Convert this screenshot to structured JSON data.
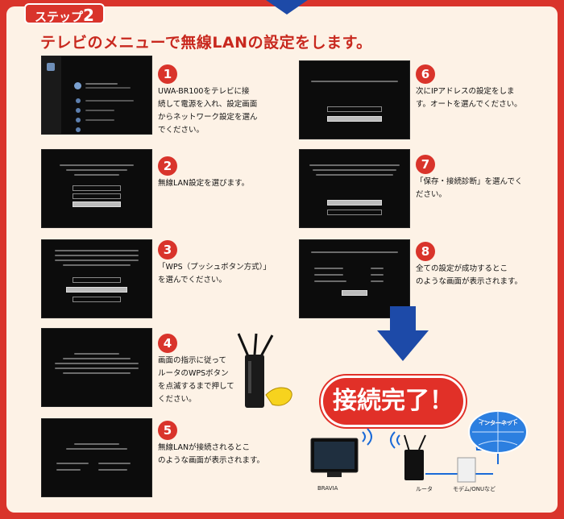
{
  "header": {
    "badge_label": "ステップ",
    "badge_number": "2",
    "title": "テレビのメニューで無線LANの設定をします。"
  },
  "steps": [
    {
      "number": "1",
      "text_lines": [
        "UWA-BR100をテレビに接",
        "続して電源を入れ、設定画面",
        "からネットワーク設定を選ん",
        "でください。"
      ]
    },
    {
      "number": "2",
      "text_lines": [
        "無線LAN設定を選びます。"
      ]
    },
    {
      "number": "3",
      "text_lines": [
        "「WPS（プッシュボタン方式）」",
        "を選んでください。"
      ]
    },
    {
      "number": "4",
      "text_lines": [
        "画面の指示に従って",
        "ルータのWPSボタン",
        "を点滅するまで押して",
        "ください。"
      ]
    },
    {
      "number": "5",
      "text_lines": [
        "無線LANが接続されるとこ",
        "のような画面が表示されます。"
      ]
    },
    {
      "number": "6",
      "text_lines": [
        "次にIPアドレスの設定をしま",
        "す。オートを選んでください。"
      ]
    },
    {
      "number": "7",
      "text_lines": [
        "「保存・接続診断」を選んでく",
        "ださい。"
      ]
    },
    {
      "number": "8",
      "text_lines": [
        "全ての設定が成功するとこ",
        "のような画面が表示されます。"
      ]
    }
  ],
  "completion": {
    "label": "接続完了！"
  },
  "diagram": {
    "tv_label": "BRAVIA",
    "router_label": "ルータ",
    "modem_label": "モデム/ONUなど",
    "internet_label": "インターネット"
  },
  "colors": {
    "frame": "#d9342b",
    "panel": "#fdf2e6",
    "arrow": "#1d4aa8",
    "title": "#c8281e"
  }
}
